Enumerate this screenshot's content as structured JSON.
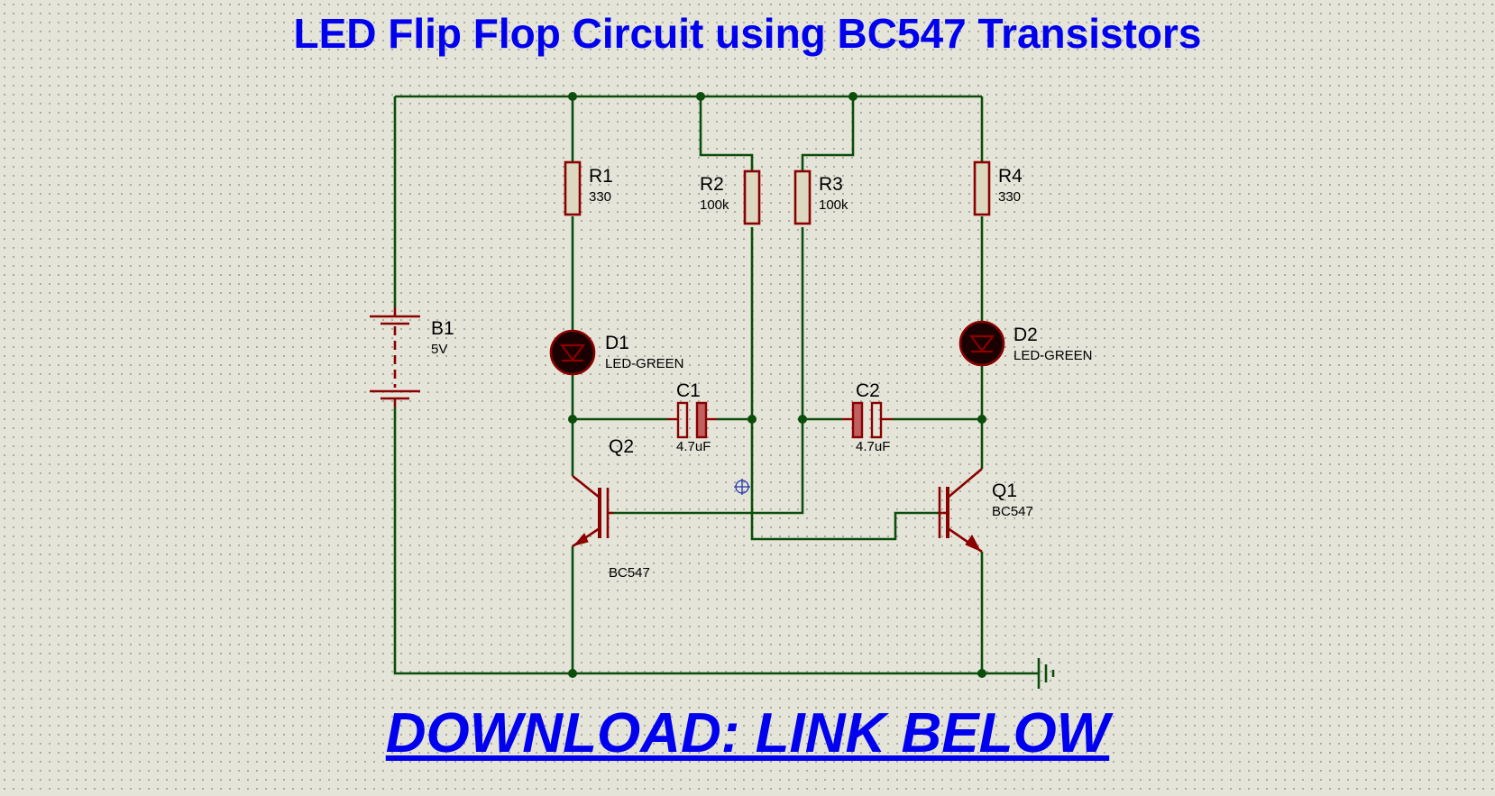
{
  "title": "LED Flip Flop Circuit using BC547 Transistors",
  "download": "DOWNLOAD: LINK BELOW",
  "components": {
    "r1": {
      "name": "R1",
      "value": "330"
    },
    "r2": {
      "name": "R2",
      "value": "100k"
    },
    "r3": {
      "name": "R3",
      "value": "100k"
    },
    "r4": {
      "name": "R4",
      "value": "330"
    },
    "b1": {
      "name": "B1",
      "value": "5V"
    },
    "d1": {
      "name": "D1",
      "value": "LED-GREEN"
    },
    "d2": {
      "name": "D2",
      "value": "LED-GREEN"
    },
    "c1": {
      "name": "C1",
      "value": "4.7uF"
    },
    "c2": {
      "name": "C2",
      "value": "4.7uF"
    },
    "q1": {
      "name": "Q1",
      "value": "BC547"
    },
    "q2": {
      "name": "Q2",
      "value": "BC547"
    }
  },
  "colors": {
    "wire": "#0b4d0b",
    "component": "#8b0000",
    "text_blue": "#0000ee"
  }
}
